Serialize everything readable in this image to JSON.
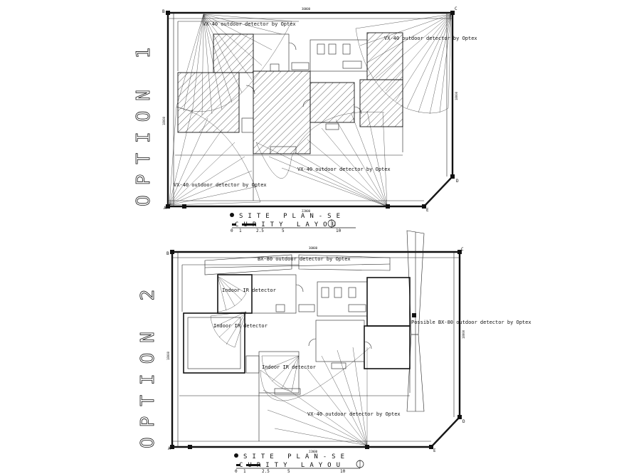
{
  "drawings": [
    {
      "option_label": "OPTION 1",
      "option_letters": [
        "O",
        "P",
        "T",
        "I",
        "O",
        "1"
      ],
      "title_line1": "SITE PLAN-SE",
      "title_line2": "CURITY LAYOU",
      "top_dimension": "30000",
      "bottom_dimension": "22000",
      "left_dimension": "18000",
      "right_dimension": "18000",
      "scale_ticks": [
        "0",
        "1",
        "2.5",
        "5",
        "10"
      ],
      "corner_labels": [
        "A",
        "B",
        "C",
        "D",
        "E"
      ],
      "labels": [
        "VX-40 outdoor detector by Optex",
        "VX-40 outdoor detector by Optex",
        "VX-40 outdoor detector by Optex",
        "VX-40 outdoor detector by Optex"
      ]
    },
    {
      "option_label": "OPTION 2",
      "option_letters": [
        "O",
        "P",
        "T",
        "I",
        "O",
        "2"
      ],
      "title_line1": "SITE PLAN-SE",
      "title_line2": "CURITY LAYOU",
      "top_dimension": "30000",
      "bottom_dimension": "22000",
      "left_dimension": "18000",
      "right_dimension": "18000",
      "scale_ticks": [
        "0",
        "1",
        "2.5",
        "5",
        "10"
      ],
      "corner_labels": [
        "A",
        "B",
        "C",
        "D",
        "E"
      ],
      "labels": [
        "BX-80 outdoor detector by Optex",
        "Indoor IR detector",
        "Indoor IR detector",
        "Indoor IR detector",
        "Possible BX-80 outdoor detector by Optex",
        "VX-40 outdoor detector by Optex"
      ]
    }
  ]
}
